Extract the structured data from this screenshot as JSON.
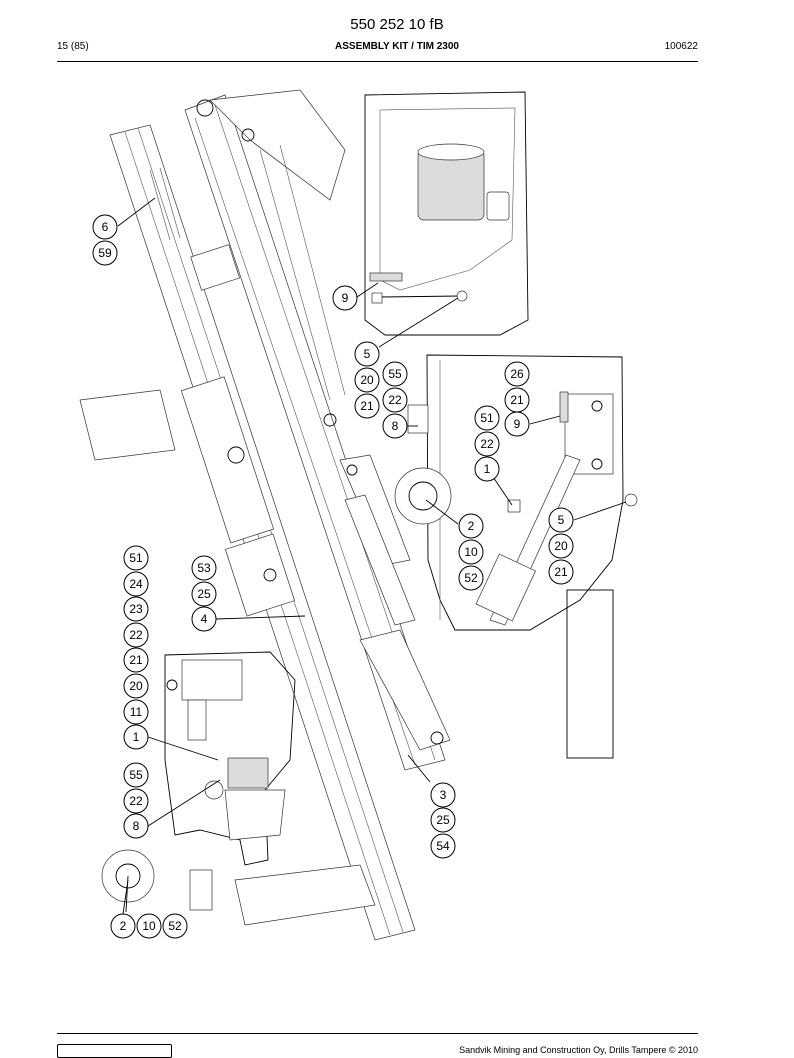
{
  "header": {
    "document_number": "550 252 10 fB",
    "page": "15 (85)",
    "title": "ASSEMBLY KIT / TIM 2300",
    "date": "100622"
  },
  "footer": {
    "text": "Sandvik Mining and Construction Oy, Drills Tampere © 2010"
  },
  "callouts": [
    "6",
    "59",
    "9",
    "5",
    "20",
    "55",
    "21",
    "22",
    "8",
    "26",
    "21",
    "51",
    "9",
    "22",
    "1",
    "2",
    "10",
    "52",
    "5",
    "20",
    "21",
    "51",
    "24",
    "23",
    "22",
    "21",
    "20",
    "11",
    "1",
    "55",
    "22",
    "8",
    "53",
    "25",
    "4",
    "3",
    "25",
    "54",
    "2",
    "10",
    "52"
  ]
}
